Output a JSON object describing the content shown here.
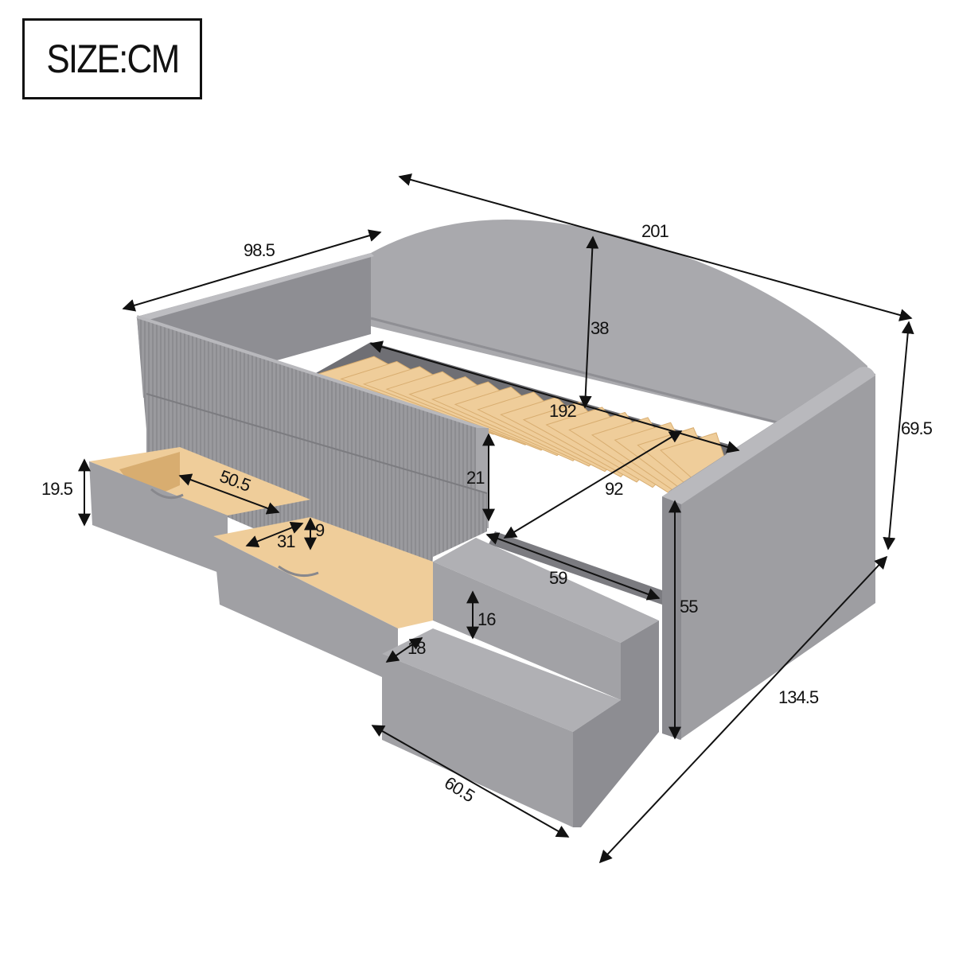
{
  "size_label": "SIZE:CM",
  "dimensions": {
    "bed_length": "201",
    "bed_width": "98.5",
    "total_height": "69.5",
    "backrest_height": "38",
    "slat_length": "192",
    "side_guard_height": "21",
    "slat_width": "92",
    "drawer_height": "19.5",
    "drawer_length": "50.5",
    "drawer_width": "31",
    "drawer_depth": "9",
    "step_top_width": "59",
    "armrest_height": "55",
    "step_height": "16",
    "step_depth": "18",
    "overall_depth": "134.5",
    "stair_length": "60.5"
  },
  "colors": {
    "fabric": "#9b9b9f",
    "fabric_dark": "#848489",
    "fabric_light": "#b3b3b7",
    "wood": "#efcd9a",
    "wood_dark": "#d8ad70",
    "line": "#111111"
  }
}
